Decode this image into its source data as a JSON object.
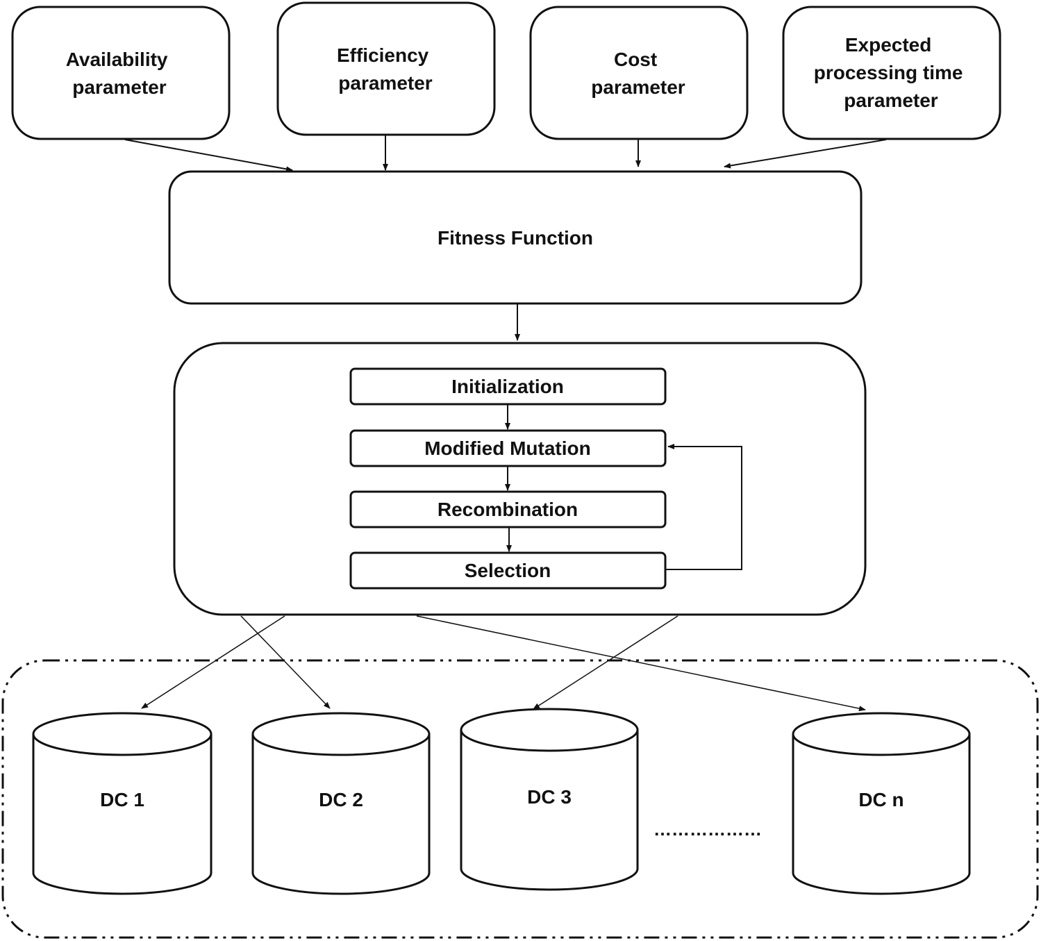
{
  "parameters": {
    "availability": [
      "Availability",
      "parameter"
    ],
    "efficiency": [
      "Efficiency",
      "parameter"
    ],
    "cost": [
      "Cost",
      "parameter"
    ],
    "expected_time": [
      "Expected",
      "processing time",
      "parameter"
    ]
  },
  "fitness_function": "Fitness Function",
  "steps": {
    "initialization": "Initialization",
    "modified_mutation": "Modified Mutation",
    "recombination": "Recombination",
    "selection": "Selection"
  },
  "datacenters": {
    "dc1": "DC 1",
    "dc2": "DC 2",
    "dc3": "DC 3",
    "dcn": "DC n",
    "ellipsis": "………………"
  }
}
